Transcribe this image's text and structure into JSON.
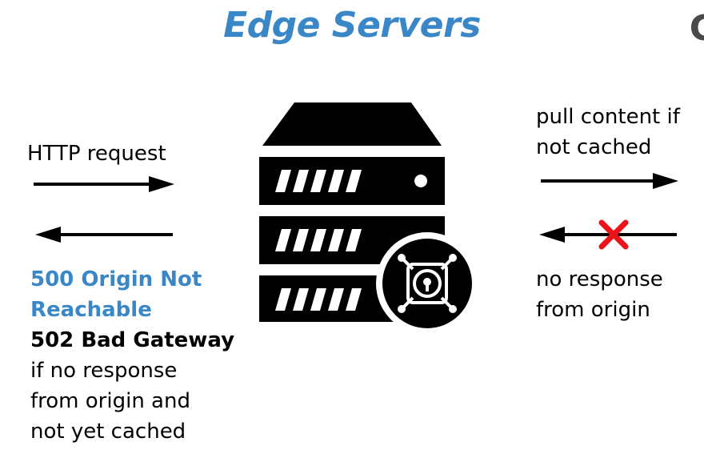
{
  "title": "Edge Servers",
  "title_color": "#3a87c8",
  "edge_letter": "C",
  "left": {
    "request_label": "HTTP request",
    "error_500_line1": "500 Origin Not",
    "error_500_line2": "Reachable",
    "error_502": "502 Bad Gateway",
    "note_line1": "if no response",
    "note_line2": "from origin and",
    "note_line3": "not yet cached"
  },
  "right": {
    "pull_line1": "pull content if",
    "pull_line2": "not cached",
    "no_response_line1": "no response",
    "no_response_line2": "from origin"
  },
  "icons": {
    "server": "server-stack-icon",
    "vault": "vault-lock-icon",
    "failure": "red-x-icon"
  },
  "colors": {
    "accent": "#3a87c8",
    "error_mark": "#e8141a"
  }
}
